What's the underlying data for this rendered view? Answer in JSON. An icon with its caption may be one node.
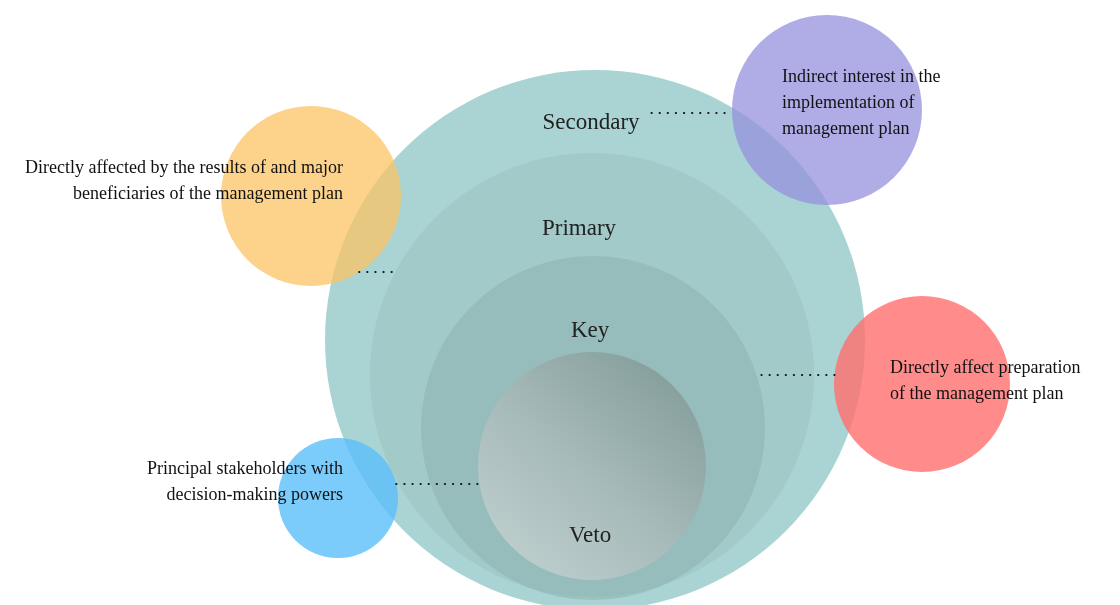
{
  "diagram": {
    "nodes": [
      {
        "text": [
          "Secondary"
        ]
      },
      {
        "text": [
          "Primary"
        ],
        "in": 0
      },
      {
        "text": [
          "Key"
        ],
        "in": 1
      },
      {
        "text": [
          "Veto"
        ],
        "in": 2
      },
      {
        "text": [
          "Indirect interest in the implementation of management plan"
        ]
      },
      {
        "text": [
          "Directly affected by the results of and major beneficiaries of the management plan"
        ]
      },
      {
        "text": [
          "Directly affect preparation of the management plan"
        ]
      },
      {
        "text": [
          "Principal stakeholders with decision-making powers"
        ]
      }
    ],
    "edges": [
      {
        "from": 0,
        "to": 4,
        "arrow": "none",
        "style": "dashed"
      },
      {
        "from": 5,
        "to": 1,
        "arrow": "none",
        "style": "dashed"
      },
      {
        "from": 6,
        "to": 2,
        "arrow": "none",
        "style": "dashed"
      },
      {
        "from": 7,
        "to": 3,
        "arrow": "none",
        "style": "dashed"
      }
    ]
  }
}
